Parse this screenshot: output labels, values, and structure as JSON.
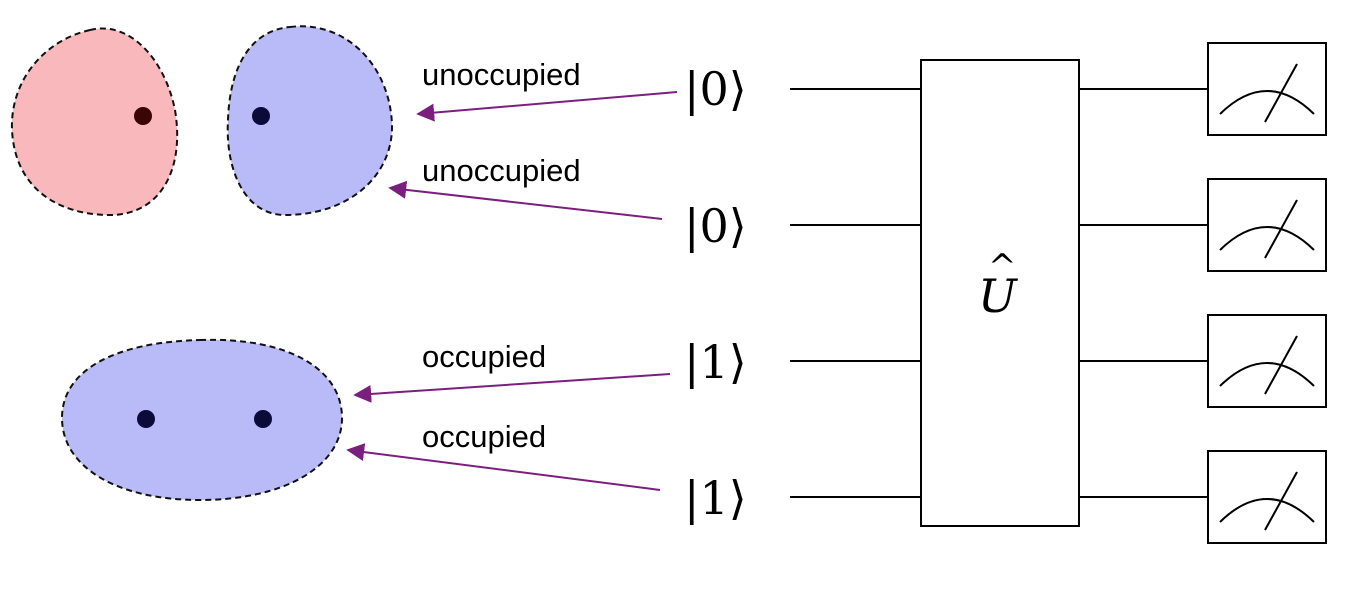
{
  "arrow_labels": {
    "a": "unoccupied",
    "b": "unoccupied",
    "c": "occupied",
    "d": "occupied"
  },
  "kets": {
    "q0": "|0⟩",
    "q1": "|0⟩",
    "q2": "|1⟩",
    "q3": "|1⟩"
  },
  "gate": {
    "symbol": "U",
    "accent": "^"
  },
  "colors": {
    "orbital_red": "#f8b8bc",
    "orbital_blue": "#b9baf8",
    "arrow": "#7b1f7f",
    "electron_dark_red": "#3a0505",
    "electron_navy": "#0b0b3a"
  }
}
